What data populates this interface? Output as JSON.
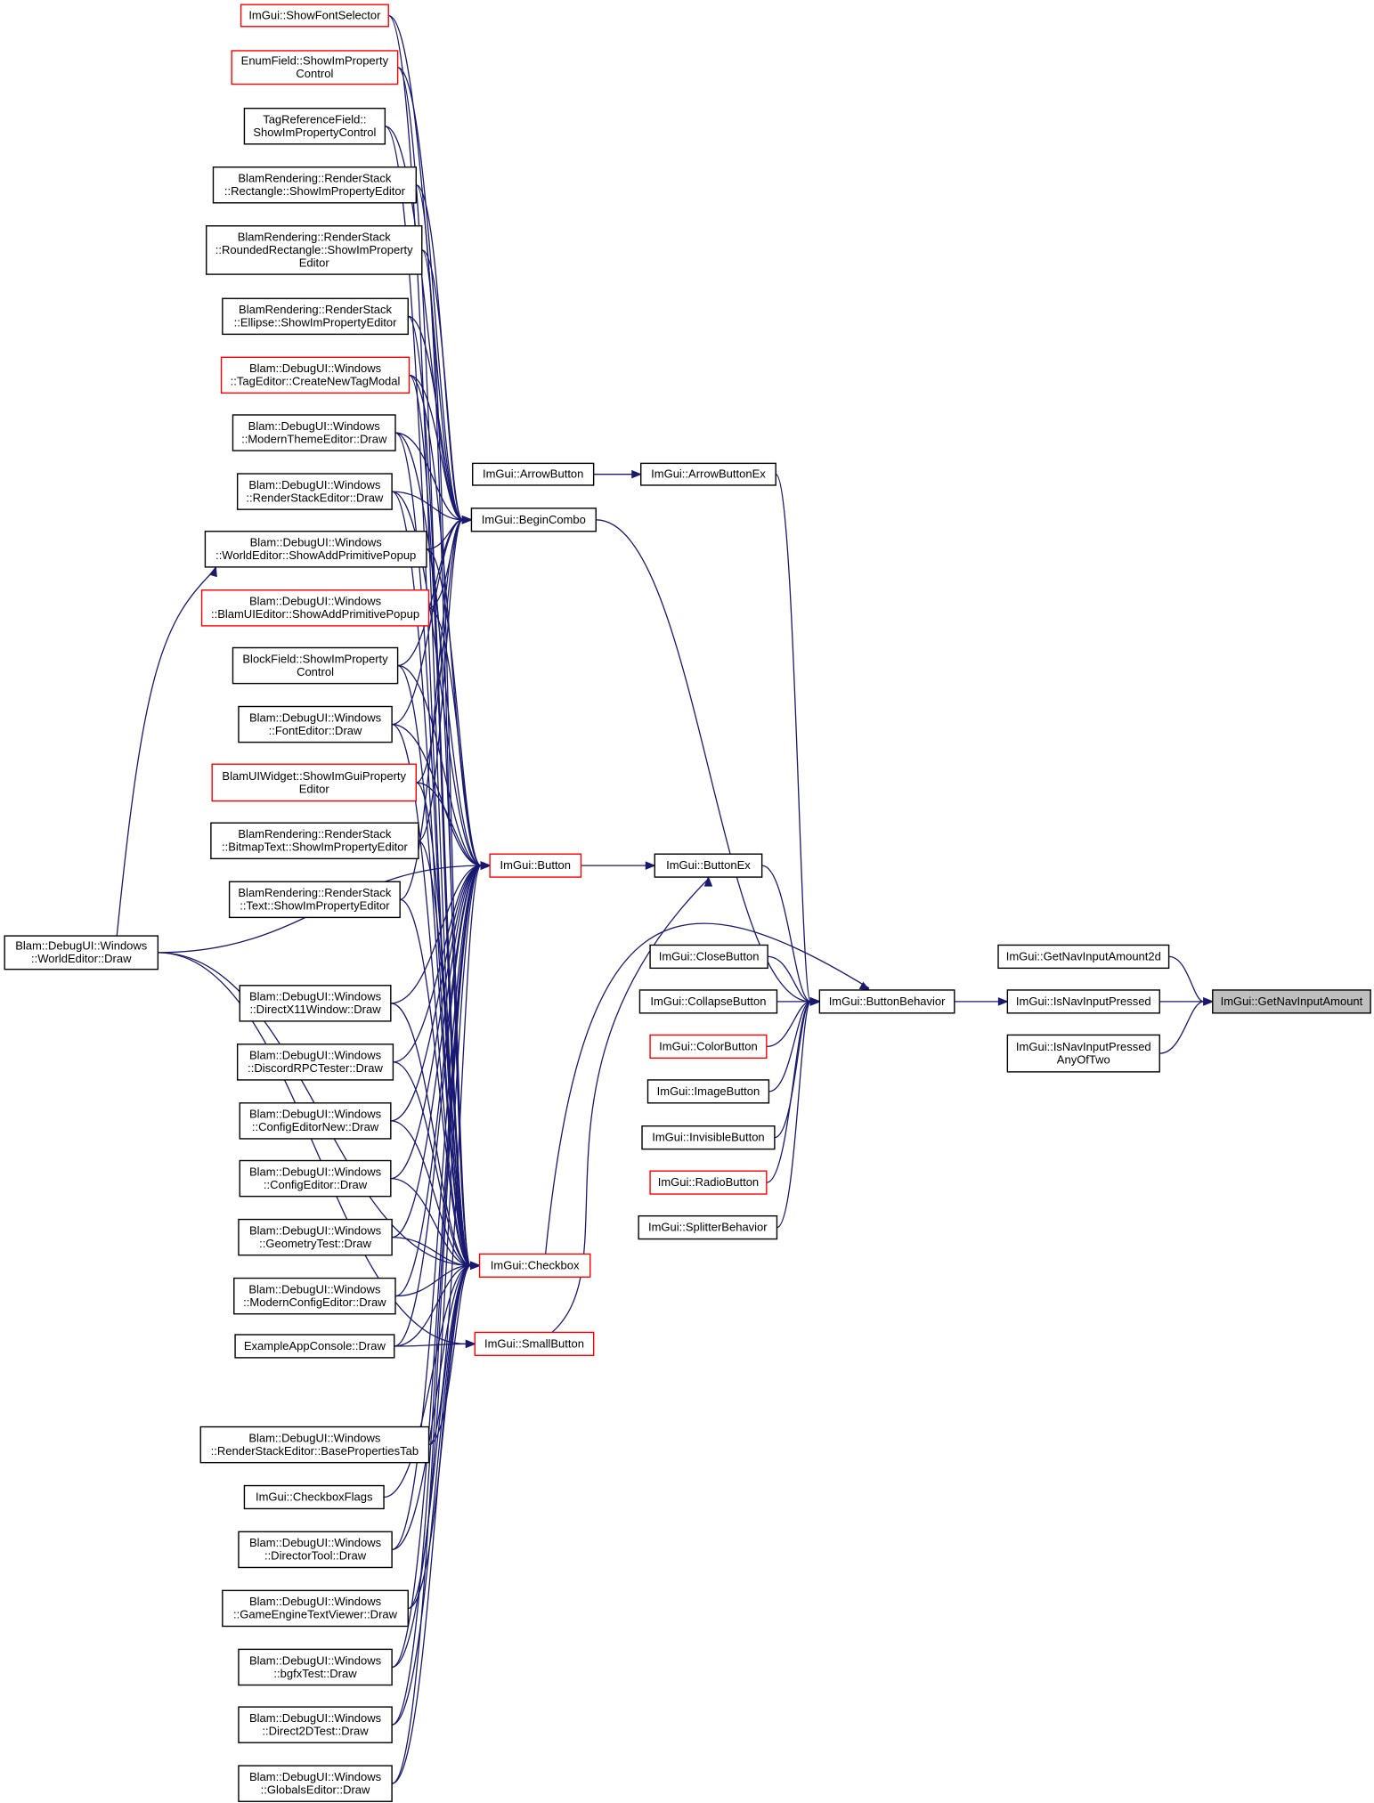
{
  "diagram": {
    "colors": {
      "edge": "#191970",
      "truncated_border": "#ff0000",
      "normal_border": "#000000",
      "current_fill": "#bfbfbf"
    },
    "nodes": [
      {
        "id": "n_fontsel",
        "lines": [
          "ImGui::ShowFontSelector"
        ],
        "red": true
      },
      {
        "id": "n_enumfield",
        "lines": [
          "EnumField::ShowImProperty",
          "Control"
        ],
        "red": true
      },
      {
        "id": "n_tagref",
        "lines": [
          "TagReferenceField::",
          "ShowImPropertyControl"
        ],
        "red": false
      },
      {
        "id": "n_rect",
        "lines": [
          "BlamRendering::RenderStack",
          "::Rectangle::ShowImPropertyEditor"
        ],
        "red": false
      },
      {
        "id": "n_rrect",
        "lines": [
          "BlamRendering::RenderStack",
          "::RoundedRectangle::ShowImProperty",
          "Editor"
        ],
        "red": false
      },
      {
        "id": "n_ellipse",
        "lines": [
          "BlamRendering::RenderStack",
          "::Ellipse::ShowImPropertyEditor"
        ],
        "red": false
      },
      {
        "id": "n_tagedit",
        "lines": [
          "Blam::DebugUI::Windows",
          "::TagEditor::CreateNewTagModal"
        ],
        "red": true
      },
      {
        "id": "n_modtheme",
        "lines": [
          "Blam::DebugUI::Windows",
          "::ModernThemeEditor::Draw"
        ],
        "red": false
      },
      {
        "id": "n_rsedit",
        "lines": [
          "Blam::DebugUI::Windows",
          "::RenderStackEditor::Draw"
        ],
        "red": false
      },
      {
        "id": "n_weaddprim",
        "lines": [
          "Blam::DebugUI::Windows",
          "::WorldEditor::ShowAddPrimitivePopup"
        ],
        "red": false
      },
      {
        "id": "n_blamui",
        "lines": [
          "Blam::DebugUI::Windows",
          "::BlamUIEditor::ShowAddPrimitivePopup"
        ],
        "red": true
      },
      {
        "id": "n_blockfield",
        "lines": [
          "BlockField::ShowImProperty",
          "Control"
        ],
        "red": false
      },
      {
        "id": "n_fontedit",
        "lines": [
          "Blam::DebugUI::Windows",
          "::FontEditor::Draw"
        ],
        "red": false
      },
      {
        "id": "n_blamuiw",
        "lines": [
          "BlamUIWidget::ShowImGuiProperty",
          "Editor"
        ],
        "red": true
      },
      {
        "id": "n_bitmap",
        "lines": [
          "BlamRendering::RenderStack",
          "::BitmapText::ShowImPropertyEditor"
        ],
        "red": false
      },
      {
        "id": "n_text",
        "lines": [
          "BlamRendering::RenderStack",
          "::Text::ShowImPropertyEditor"
        ],
        "red": false
      },
      {
        "id": "n_worldedit",
        "lines": [
          "Blam::DebugUI::Windows",
          "::WorldEditor::Draw"
        ],
        "red": false
      },
      {
        "id": "n_dx11",
        "lines": [
          "Blam::DebugUI::Windows",
          "::DirectX11Window::Draw"
        ],
        "red": false
      },
      {
        "id": "n_discord",
        "lines": [
          "Blam::DebugUI::Windows",
          "::DiscordRPCTester::Draw"
        ],
        "red": false
      },
      {
        "id": "n_cfgnew",
        "lines": [
          "Blam::DebugUI::Windows",
          "::ConfigEditorNew::Draw"
        ],
        "red": false
      },
      {
        "id": "n_cfg",
        "lines": [
          "Blam::DebugUI::Windows",
          "::ConfigEditor::Draw"
        ],
        "red": false
      },
      {
        "id": "n_geo",
        "lines": [
          "Blam::DebugUI::Windows",
          "::GeometryTest::Draw"
        ],
        "red": false
      },
      {
        "id": "n_modcfg",
        "lines": [
          "Blam::DebugUI::Windows",
          "::ModernConfigEditor::Draw"
        ],
        "red": false
      },
      {
        "id": "n_console",
        "lines": [
          "ExampleAppConsole::Draw"
        ],
        "red": false
      },
      {
        "id": "n_baseprop",
        "lines": [
          "Blam::DebugUI::Windows",
          "::RenderStackEditor::BasePropertiesTab"
        ],
        "red": false
      },
      {
        "id": "n_cbflags",
        "lines": [
          "ImGui::CheckboxFlags"
        ],
        "red": false
      },
      {
        "id": "n_director",
        "lines": [
          "Blam::DebugUI::Windows",
          "::DirectorTool::Draw"
        ],
        "red": false
      },
      {
        "id": "n_getv",
        "lines": [
          "Blam::DebugUI::Windows",
          "::GameEngineTextViewer::Draw"
        ],
        "red": false
      },
      {
        "id": "n_bgfx",
        "lines": [
          "Blam::DebugUI::Windows",
          "::bgfxTest::Draw"
        ],
        "red": false
      },
      {
        "id": "n_d2d",
        "lines": [
          "Blam::DebugUI::Windows",
          "::Direct2DTest::Draw"
        ],
        "red": false
      },
      {
        "id": "n_globals",
        "lines": [
          "Blam::DebugUI::Windows",
          "::GlobalsEditor::Draw"
        ],
        "red": false
      },
      {
        "id": "n_arrowbtn",
        "lines": [
          "ImGui::ArrowButton"
        ],
        "red": false
      },
      {
        "id": "n_begincombo",
        "lines": [
          "ImGui::BeginCombo"
        ],
        "red": false
      },
      {
        "id": "n_button",
        "lines": [
          "ImGui::Button"
        ],
        "red": true
      },
      {
        "id": "n_checkbox",
        "lines": [
          "ImGui::Checkbox"
        ],
        "red": true
      },
      {
        "id": "n_smallbtn",
        "lines": [
          "ImGui::SmallButton"
        ],
        "red": true
      },
      {
        "id": "n_arrowex",
        "lines": [
          "ImGui::ArrowButtonEx"
        ],
        "red": false
      },
      {
        "id": "n_buttonex",
        "lines": [
          "ImGui::ButtonEx"
        ],
        "red": false
      },
      {
        "id": "n_close",
        "lines": [
          "ImGui::CloseButton"
        ],
        "red": false
      },
      {
        "id": "n_collapse",
        "lines": [
          "ImGui::CollapseButton"
        ],
        "red": false
      },
      {
        "id": "n_color",
        "lines": [
          "ImGui::ColorButton"
        ],
        "red": true
      },
      {
        "id": "n_image",
        "lines": [
          "ImGui::ImageButton"
        ],
        "red": false
      },
      {
        "id": "n_invisible",
        "lines": [
          "ImGui::InvisibleButton"
        ],
        "red": false
      },
      {
        "id": "n_radio",
        "lines": [
          "ImGui::RadioButton"
        ],
        "red": true
      },
      {
        "id": "n_splitter",
        "lines": [
          "ImGui::SplitterBehavior"
        ],
        "red": false
      },
      {
        "id": "n_btnbeh",
        "lines": [
          "ImGui::ButtonBehavior"
        ],
        "red": false
      },
      {
        "id": "n_nav2d",
        "lines": [
          "ImGui::GetNavInputAmount2d"
        ],
        "red": false
      },
      {
        "id": "n_navpressed",
        "lines": [
          "ImGui::IsNavInputPressed"
        ],
        "red": false
      },
      {
        "id": "n_navany",
        "lines": [
          "ImGui::IsNavInputPressed",
          "AnyOfTwo"
        ],
        "red": false
      },
      {
        "id": "n_getnav",
        "lines": [
          "ImGui::GetNavInputAmount"
        ],
        "red": false,
        "current": true
      }
    ],
    "edges": [
      {
        "from": "n_nav2d",
        "to": "n_getnav"
      },
      {
        "from": "n_navpressed",
        "to": "n_getnav"
      },
      {
        "from": "n_navany",
        "to": "n_getnav"
      },
      {
        "from": "n_btnbeh",
        "to": "n_navpressed"
      },
      {
        "from": "n_arrowex",
        "to": "n_btnbeh"
      },
      {
        "from": "n_begincombo",
        "to": "n_btnbeh"
      },
      {
        "from": "n_buttonex",
        "to": "n_btnbeh"
      },
      {
        "from": "n_close",
        "to": "n_btnbeh"
      },
      {
        "from": "n_collapse",
        "to": "n_btnbeh"
      },
      {
        "from": "n_color",
        "to": "n_btnbeh"
      },
      {
        "from": "n_image",
        "to": "n_btnbeh"
      },
      {
        "from": "n_invisible",
        "to": "n_btnbeh"
      },
      {
        "from": "n_radio",
        "to": "n_btnbeh"
      },
      {
        "from": "n_splitter",
        "to": "n_btnbeh"
      },
      {
        "from": "n_checkbox",
        "to": "n_btnbeh"
      },
      {
        "from": "n_arrowbtn",
        "to": "n_arrowex"
      },
      {
        "from": "n_button",
        "to": "n_buttonex"
      },
      {
        "from": "n_smallbtn",
        "to": "n_buttonex"
      },
      {
        "from": "n_fontsel",
        "to": "n_begincombo"
      },
      {
        "from": "n_enumfield",
        "to": "n_begincombo"
      },
      {
        "from": "n_tagref",
        "to": "n_begincombo"
      },
      {
        "from": "n_rect",
        "to": "n_begincombo"
      },
      {
        "from": "n_rrect",
        "to": "n_begincombo"
      },
      {
        "from": "n_ellipse",
        "to": "n_begincombo"
      },
      {
        "from": "n_tagedit",
        "to": "n_begincombo"
      },
      {
        "from": "n_modtheme",
        "to": "n_begincombo"
      },
      {
        "from": "n_rsedit",
        "to": "n_begincombo"
      },
      {
        "from": "n_weaddprim",
        "to": "n_begincombo"
      },
      {
        "from": "n_blamui",
        "to": "n_begincombo"
      },
      {
        "from": "n_blockfield",
        "to": "n_begincombo"
      },
      {
        "from": "n_fontedit",
        "to": "n_begincombo"
      },
      {
        "from": "n_blamuiw",
        "to": "n_begincombo"
      },
      {
        "from": "n_bitmap",
        "to": "n_begincombo"
      },
      {
        "from": "n_text",
        "to": "n_begincombo"
      },
      {
        "from": "n_tagedit",
        "to": "n_button"
      },
      {
        "from": "n_modtheme",
        "to": "n_button"
      },
      {
        "from": "n_rsedit",
        "to": "n_button"
      },
      {
        "from": "n_weaddprim",
        "to": "n_button"
      },
      {
        "from": "n_blamui",
        "to": "n_button"
      },
      {
        "from": "n_blockfield",
        "to": "n_button"
      },
      {
        "from": "n_fontedit",
        "to": "n_button"
      },
      {
        "from": "n_blamuiw",
        "to": "n_button"
      },
      {
        "from": "n_worldedit",
        "to": "n_button"
      },
      {
        "from": "n_dx11",
        "to": "n_button"
      },
      {
        "from": "n_discord",
        "to": "n_button"
      },
      {
        "from": "n_cfgnew",
        "to": "n_button"
      },
      {
        "from": "n_cfg",
        "to": "n_button"
      },
      {
        "from": "n_geo",
        "to": "n_button"
      },
      {
        "from": "n_modcfg",
        "to": "n_button"
      },
      {
        "from": "n_console",
        "to": "n_button"
      },
      {
        "from": "n_baseprop",
        "to": "n_button"
      },
      {
        "from": "n_director",
        "to": "n_button"
      },
      {
        "from": "n_getv",
        "to": "n_button"
      },
      {
        "from": "n_bgfx",
        "to": "n_button"
      },
      {
        "from": "n_d2d",
        "to": "n_button"
      },
      {
        "from": "n_globals",
        "to": "n_button"
      },
      {
        "from": "n_fontsel",
        "to": "n_checkbox"
      },
      {
        "from": "n_enumfield",
        "to": "n_checkbox"
      },
      {
        "from": "n_tagref",
        "to": "n_checkbox"
      },
      {
        "from": "n_rect",
        "to": "n_checkbox"
      },
      {
        "from": "n_rrect",
        "to": "n_checkbox"
      },
      {
        "from": "n_ellipse",
        "to": "n_checkbox"
      },
      {
        "from": "n_tagedit",
        "to": "n_checkbox"
      },
      {
        "from": "n_modtheme",
        "to": "n_checkbox"
      },
      {
        "from": "n_rsedit",
        "to": "n_checkbox"
      },
      {
        "from": "n_weaddprim",
        "to": "n_checkbox"
      },
      {
        "from": "n_blockfield",
        "to": "n_checkbox"
      },
      {
        "from": "n_fontedit",
        "to": "n_checkbox"
      },
      {
        "from": "n_blamuiw",
        "to": "n_checkbox"
      },
      {
        "from": "n_bitmap",
        "to": "n_checkbox"
      },
      {
        "from": "n_text",
        "to": "n_checkbox"
      },
      {
        "from": "n_dx11",
        "to": "n_checkbox"
      },
      {
        "from": "n_discord",
        "to": "n_checkbox"
      },
      {
        "from": "n_cfgnew",
        "to": "n_checkbox"
      },
      {
        "from": "n_cfg",
        "to": "n_checkbox"
      },
      {
        "from": "n_geo",
        "to": "n_checkbox"
      },
      {
        "from": "n_modcfg",
        "to": "n_checkbox"
      },
      {
        "from": "n_console",
        "to": "n_checkbox"
      },
      {
        "from": "n_baseprop",
        "to": "n_checkbox"
      },
      {
        "from": "n_cbflags",
        "to": "n_checkbox"
      },
      {
        "from": "n_director",
        "to": "n_checkbox"
      },
      {
        "from": "n_getv",
        "to": "n_checkbox"
      },
      {
        "from": "n_bgfx",
        "to": "n_checkbox"
      },
      {
        "from": "n_d2d",
        "to": "n_checkbox"
      },
      {
        "from": "n_globals",
        "to": "n_checkbox"
      },
      {
        "from": "n_worldedit",
        "to": "n_checkbox"
      },
      {
        "from": "n_console",
        "to": "n_smallbtn"
      },
      {
        "from": "n_worldedit",
        "to": "n_smallbtn"
      },
      {
        "from": "n_worldedit",
        "to": "n_weaddprim"
      }
    ]
  }
}
